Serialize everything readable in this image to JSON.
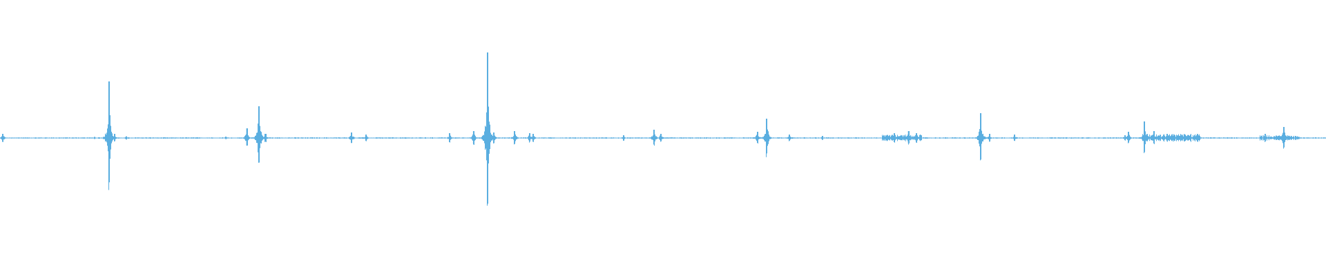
{
  "waveform": {
    "color": "#5aaee0",
    "baseline_amplitude": 0.004,
    "peaks": [
      {
        "t": 0.002,
        "amp": 0.03
      },
      {
        "t": 0.071,
        "amp": 0.008
      },
      {
        "t": 0.082,
        "amp": 0.41
      },
      {
        "t": 0.086,
        "amp": 0.03
      },
      {
        "t": 0.095,
        "amp": 0.012
      },
      {
        "t": 0.17,
        "amp": 0.01
      },
      {
        "t": 0.186,
        "amp": 0.07
      },
      {
        "t": 0.195,
        "amp": 0.23
      },
      {
        "t": 0.2,
        "amp": 0.03
      },
      {
        "t": 0.265,
        "amp": 0.04
      },
      {
        "t": 0.276,
        "amp": 0.025
      },
      {
        "t": 0.339,
        "amp": 0.035
      },
      {
        "t": 0.357,
        "amp": 0.05
      },
      {
        "t": 0.3675,
        "amp": 0.62
      },
      {
        "t": 0.372,
        "amp": 0.04
      },
      {
        "t": 0.388,
        "amp": 0.05
      },
      {
        "t": 0.399,
        "amp": 0.035
      },
      {
        "t": 0.402,
        "amp": 0.03
      },
      {
        "t": 0.47,
        "amp": 0.02
      },
      {
        "t": 0.493,
        "amp": 0.06
      },
      {
        "t": 0.498,
        "amp": 0.03
      },
      {
        "t": 0.571,
        "amp": 0.045
      },
      {
        "t": 0.578,
        "amp": 0.14
      },
      {
        "t": 0.595,
        "amp": 0.025
      },
      {
        "t": 0.62,
        "amp": 0.015
      },
      {
        "t": 0.674,
        "amp": 0.035
      },
      {
        "t": 0.685,
        "amp": 0.05
      },
      {
        "t": 0.691,
        "amp": 0.035
      },
      {
        "t": 0.7395,
        "amp": 0.18
      },
      {
        "t": 0.746,
        "amp": 0.03
      },
      {
        "t": 0.765,
        "amp": 0.025
      },
      {
        "t": 0.848,
        "amp": 0.02
      },
      {
        "t": 0.851,
        "amp": 0.045
      },
      {
        "t": 0.863,
        "amp": 0.12
      },
      {
        "t": 0.87,
        "amp": 0.05
      },
      {
        "t": 0.88,
        "amp": 0.03
      },
      {
        "t": 0.896,
        "amp": 0.02
      },
      {
        "t": 0.954,
        "amp": 0.03
      },
      {
        "t": 0.968,
        "amp": 0.08
      },
      {
        "t": 0.977,
        "amp": 0.015
      }
    ],
    "noisy_regions": [
      {
        "start": 0.665,
        "end": 0.695,
        "amp": 0.025
      },
      {
        "start": 0.862,
        "end": 0.905,
        "amp": 0.03
      },
      {
        "start": 0.95,
        "end": 0.98,
        "amp": 0.02
      }
    ]
  }
}
